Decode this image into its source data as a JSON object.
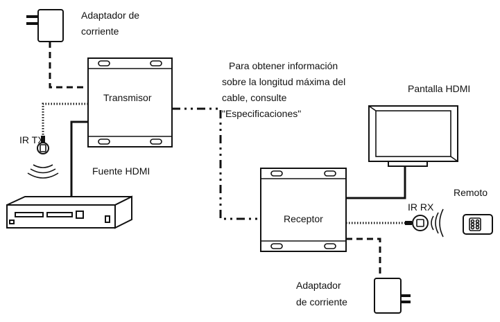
{
  "labels": {
    "adapter_top_line1": "Adaptador de",
    "adapter_top_line2": "corriente",
    "transmitter": "Transmisor",
    "note_line1": "Para obtener información",
    "note_line2": "sobre la longitud máxima del",
    "note_line3": "cable, consulte",
    "note_line4": "\"Especificaciones\"",
    "hdmi_display": "Pantalla HDMI",
    "ir_tx": "IR TX",
    "hdmi_source": "Fuente HDMI",
    "remote": "Remoto",
    "ir_rx": "IR RX",
    "receiver": "Receptor",
    "adapter_bottom_line1": "Adaptador",
    "adapter_bottom_line2": "de corriente"
  },
  "colors": {
    "ink": "#111111",
    "background": "#ffffff"
  }
}
